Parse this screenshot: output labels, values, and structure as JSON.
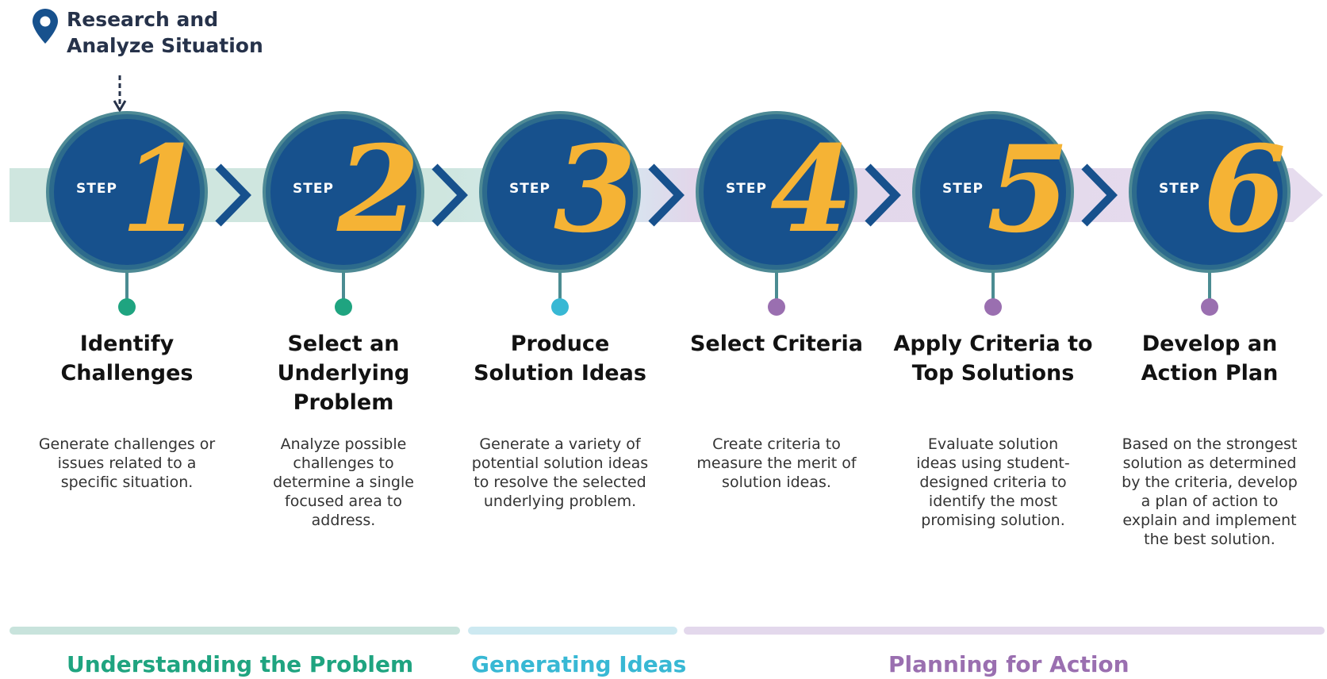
{
  "start_callout": {
    "line1": "Research and",
    "line2": "Analyze Situation",
    "icon": "map-pin-icon"
  },
  "colors": {
    "circle": "#17518d",
    "number": "#f5b335",
    "chevron": "#17518d",
    "understanding": "#1fa480",
    "generating": "#38b8d4",
    "planning": "#9a6fb0"
  },
  "steps": [
    {
      "step_word": "STEP",
      "number": "1",
      "title_lines": [
        "Identify",
        "Challenges"
      ],
      "description": "Generate challenges or issues related to a specific situation.",
      "phase": "understanding"
    },
    {
      "step_word": "STEP",
      "number": "2",
      "title_lines": [
        "Select an",
        "Underlying",
        "Problem"
      ],
      "description": "Analyze possible challenges to determine a single focused area to address.",
      "phase": "understanding"
    },
    {
      "step_word": "STEP",
      "number": "3",
      "title_lines": [
        "Produce",
        "Solution Ideas"
      ],
      "description": "Generate a variety of potential solution ideas to resolve the selected underlying problem.",
      "phase": "generating"
    },
    {
      "step_word": "STEP",
      "number": "4",
      "title_lines": [
        "Select Criteria"
      ],
      "description": "Create criteria to measure the merit of solution ideas.",
      "phase": "planning"
    },
    {
      "step_word": "STEP",
      "number": "5",
      "title_lines": [
        "Apply Criteria to",
        "Top Solutions"
      ],
      "description": "Evaluate solution ideas using student-designed criteria to identify the most promising solution.",
      "phase": "planning"
    },
    {
      "step_word": "STEP",
      "number": "6",
      "title_lines": [
        "Develop an",
        "Action Plan"
      ],
      "description": "Based on the strongest solution as determined by the criteria, develop a plan of action to explain and implement the best solution.",
      "phase": "planning"
    }
  ],
  "phases": [
    {
      "id": "understanding",
      "label": "Understanding the Problem"
    },
    {
      "id": "generating",
      "label": "Generating Ideas"
    },
    {
      "id": "planning",
      "label": "Planning for Action"
    }
  ]
}
